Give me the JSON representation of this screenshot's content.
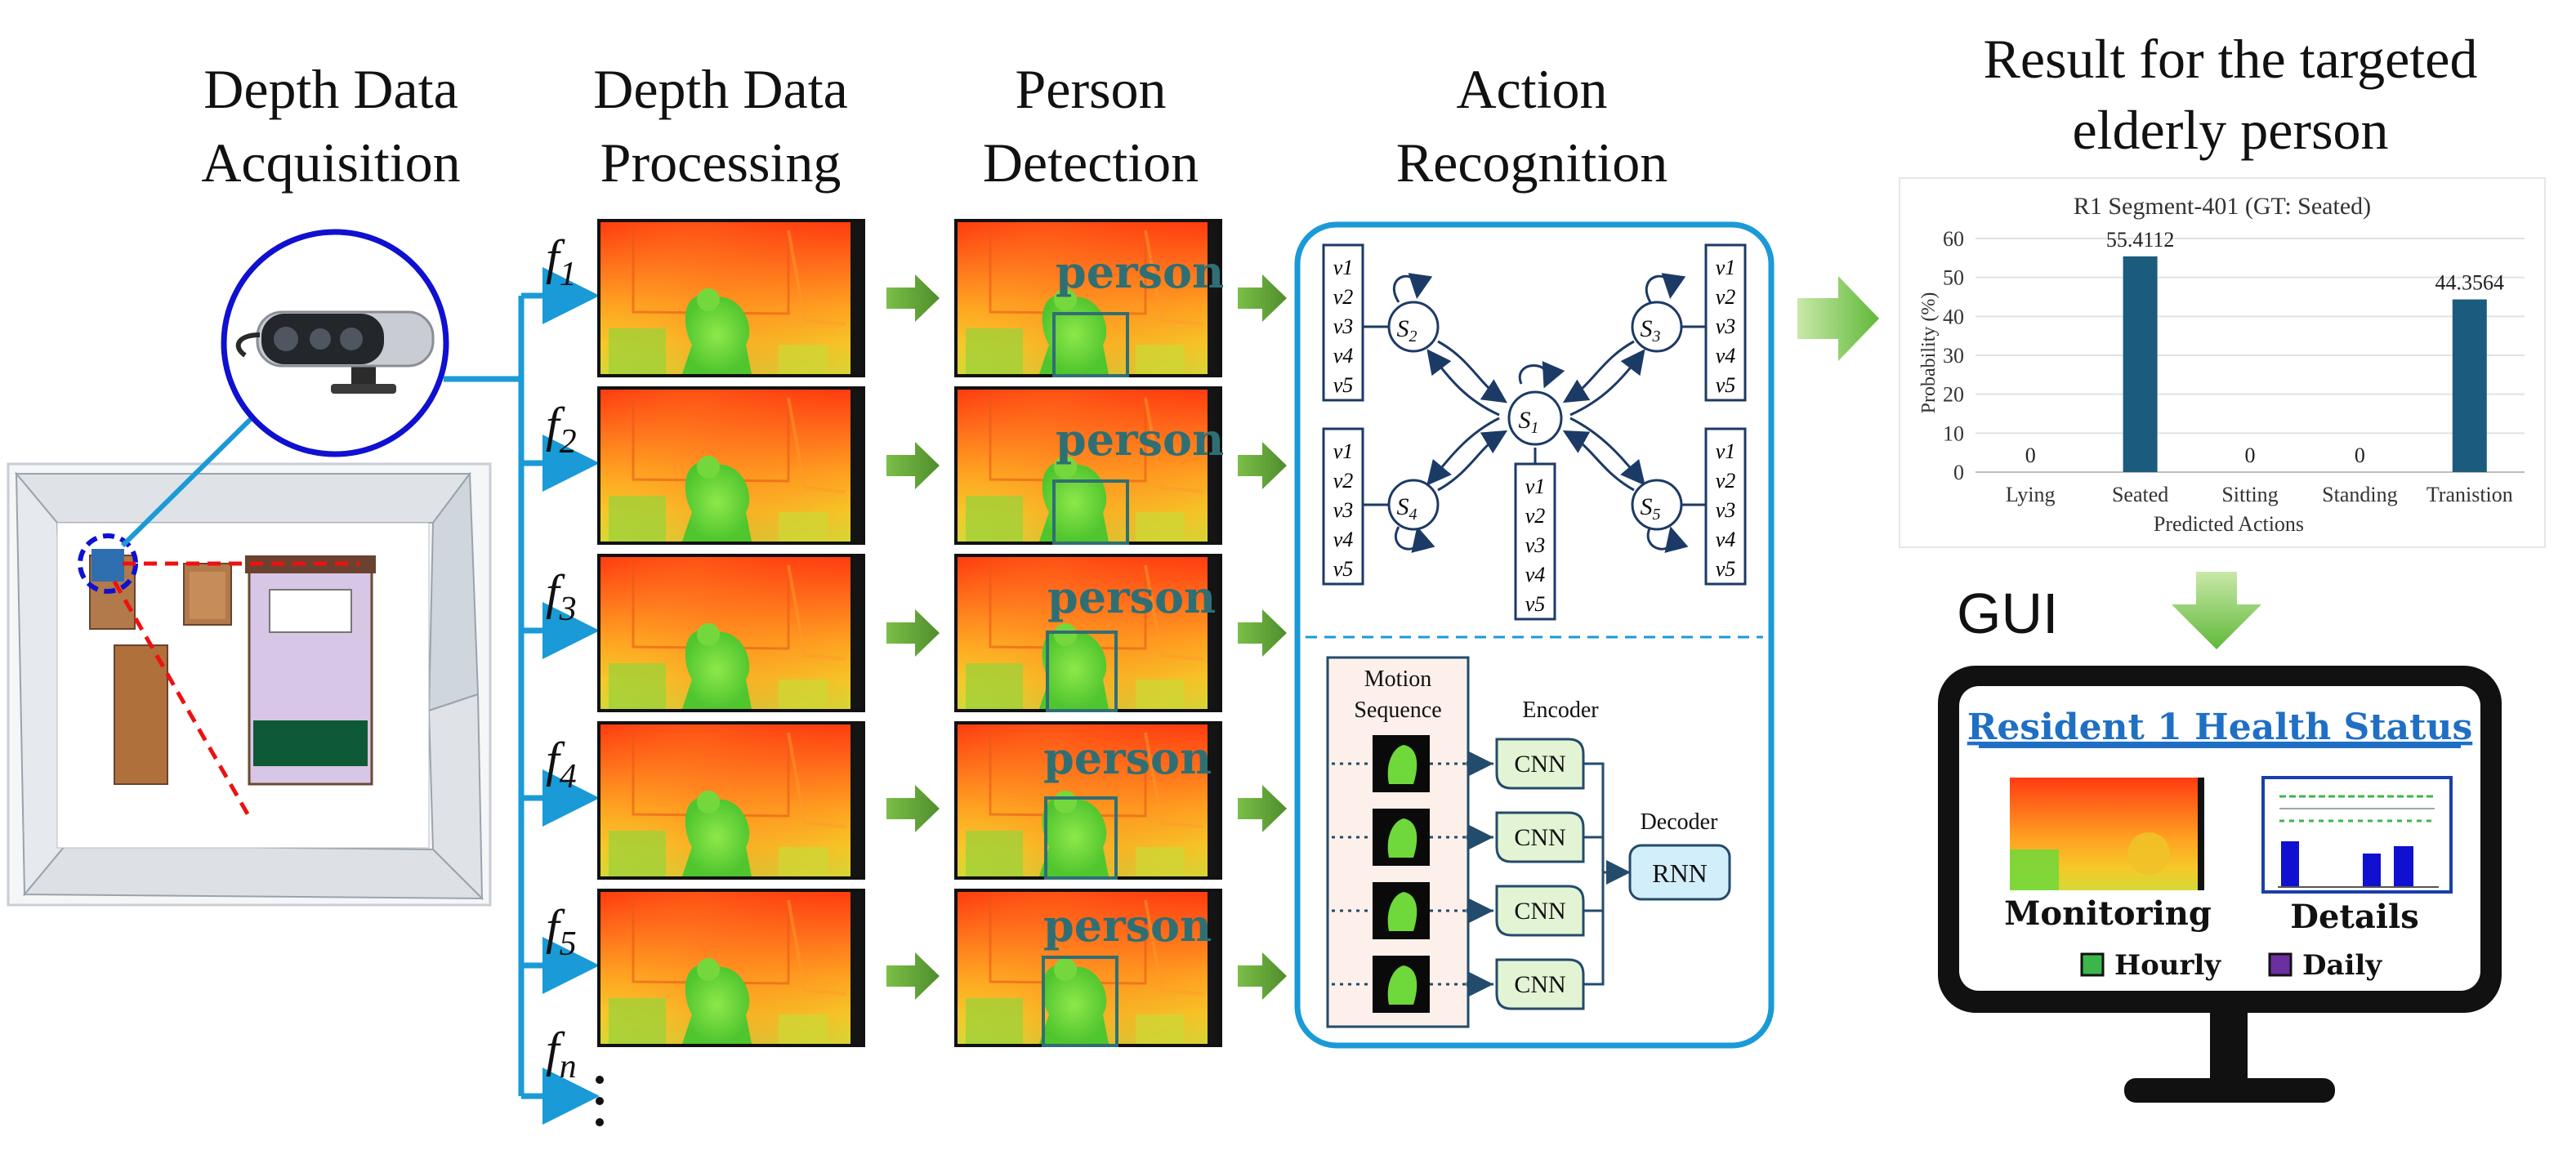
{
  "stages": {
    "acquisition": {
      "line1": "Depth Data",
      "line2": "Acquisition"
    },
    "processing": {
      "line1": "Depth Data",
      "line2": "Processing"
    },
    "detection": {
      "line1": "Person",
      "line2": "Detection"
    },
    "recognition": {
      "line1": "Action",
      "line2": "Recognition"
    },
    "result": {
      "line1": "Result for the targeted",
      "line2": "elderly person"
    }
  },
  "frames": [
    {
      "letter": "f",
      "sub": "1"
    },
    {
      "letter": "f",
      "sub": "2"
    },
    {
      "letter": "f",
      "sub": "3"
    },
    {
      "letter": "f",
      "sub": "4"
    },
    {
      "letter": "f",
      "sub": "5"
    },
    {
      "letter": "f",
      "sub": "n"
    }
  ],
  "detection_label": "person",
  "hmm": {
    "states": [
      {
        "letter": "S",
        "sub": "1"
      },
      {
        "letter": "S",
        "sub": "2"
      },
      {
        "letter": "S",
        "sub": "3"
      },
      {
        "letter": "S",
        "sub": "4"
      },
      {
        "letter": "S",
        "sub": "5"
      }
    ],
    "features": [
      "v1",
      "v2",
      "v3",
      "v4",
      "v5"
    ]
  },
  "nn": {
    "motion_line1": "Motion",
    "motion_line2": "Sequence",
    "encoder": "Encoder",
    "decoder": "Decoder",
    "cnn": "CNN",
    "rnn": "RNN"
  },
  "chart_data": {
    "type": "bar",
    "title": "R1 Segment-401 (GT: Seated)",
    "categories": [
      "Lying",
      "Seated",
      "Sitting",
      "Standing",
      "Tranistion"
    ],
    "values": [
      0,
      55.4112,
      0,
      0,
      44.3564
    ],
    "value_labels": [
      "0",
      "55.4112",
      "0",
      "0",
      "44.3564"
    ],
    "xlabel": "Predicted Actions",
    "ylabel": "Probability (%)",
    "ylim": [
      0,
      60
    ],
    "yticks": [
      0,
      10,
      20,
      30,
      40,
      50,
      60
    ],
    "grid": true,
    "bar_color": "#1b5b7e"
  },
  "gui": {
    "label": "GUI",
    "title": "Resident 1 Health Status",
    "monitoring": "Monitoring",
    "details": "Details",
    "hourly": "Hourly",
    "daily": "Daily",
    "hourly_color": "#3cb54a",
    "daily_color": "#6b2fa0"
  },
  "colors": {
    "flow_blue": "#1a9ad6",
    "arrow_green": "#5a9a34",
    "detect_box": "#2f6f73",
    "camera_ring": "#1010d0"
  }
}
